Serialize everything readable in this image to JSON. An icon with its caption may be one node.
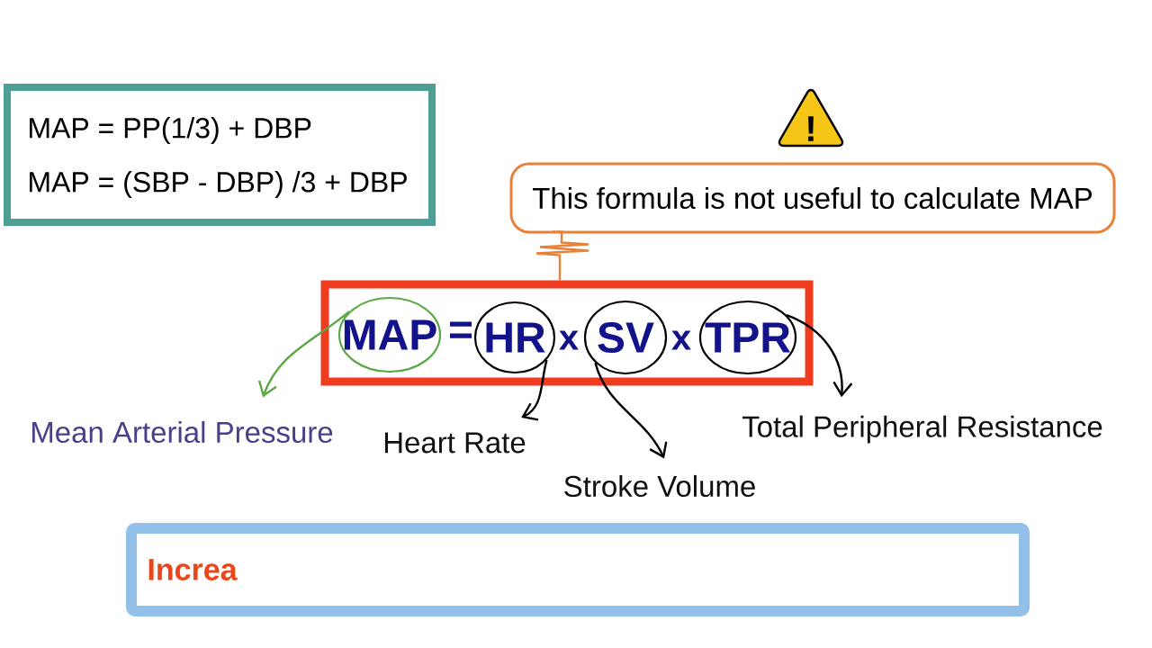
{
  "diagram": {
    "nodes": [
      {
        "text": [
          "MAP = PP(1/3) + DBP",
          "MAP = (SBP - DBP) /3 + DBP"
        ]
      },
      {
        "text": [
          "!"
        ]
      },
      {
        "text": [
          "This formula is not useful to calculate MAP"
        ]
      },
      {
        "text": [
          "=",
          "x",
          "x"
        ]
      },
      {
        "text": [
          "MAP"
        ],
        "in": 3
      },
      {
        "text": [
          "HR"
        ],
        "in": 3
      },
      {
        "text": [
          "SV"
        ],
        "in": 3
      },
      {
        "text": [
          "TPR"
        ],
        "in": 3
      },
      {
        "text": [
          "Mean Arterial Pressure"
        ]
      },
      {
        "text": [
          "Heart Rate"
        ]
      },
      {
        "text": [
          "Stroke Volume"
        ]
      },
      {
        "text": [
          "Total Peripheral Resistance"
        ]
      },
      {
        "text": [
          "Increa"
        ]
      }
    ],
    "edges": [
      {
        "from": 4,
        "to": 8,
        "arrow": "to",
        "color": "#5aa845"
      },
      {
        "from": 5,
        "to": 9,
        "arrow": "to"
      },
      {
        "from": 6,
        "to": 10,
        "arrow": "to"
      },
      {
        "from": 7,
        "to": 11,
        "arrow": "to"
      },
      {
        "from": 3,
        "to": 2,
        "arrow": "none",
        "color": "#e8823a"
      }
    ]
  }
}
